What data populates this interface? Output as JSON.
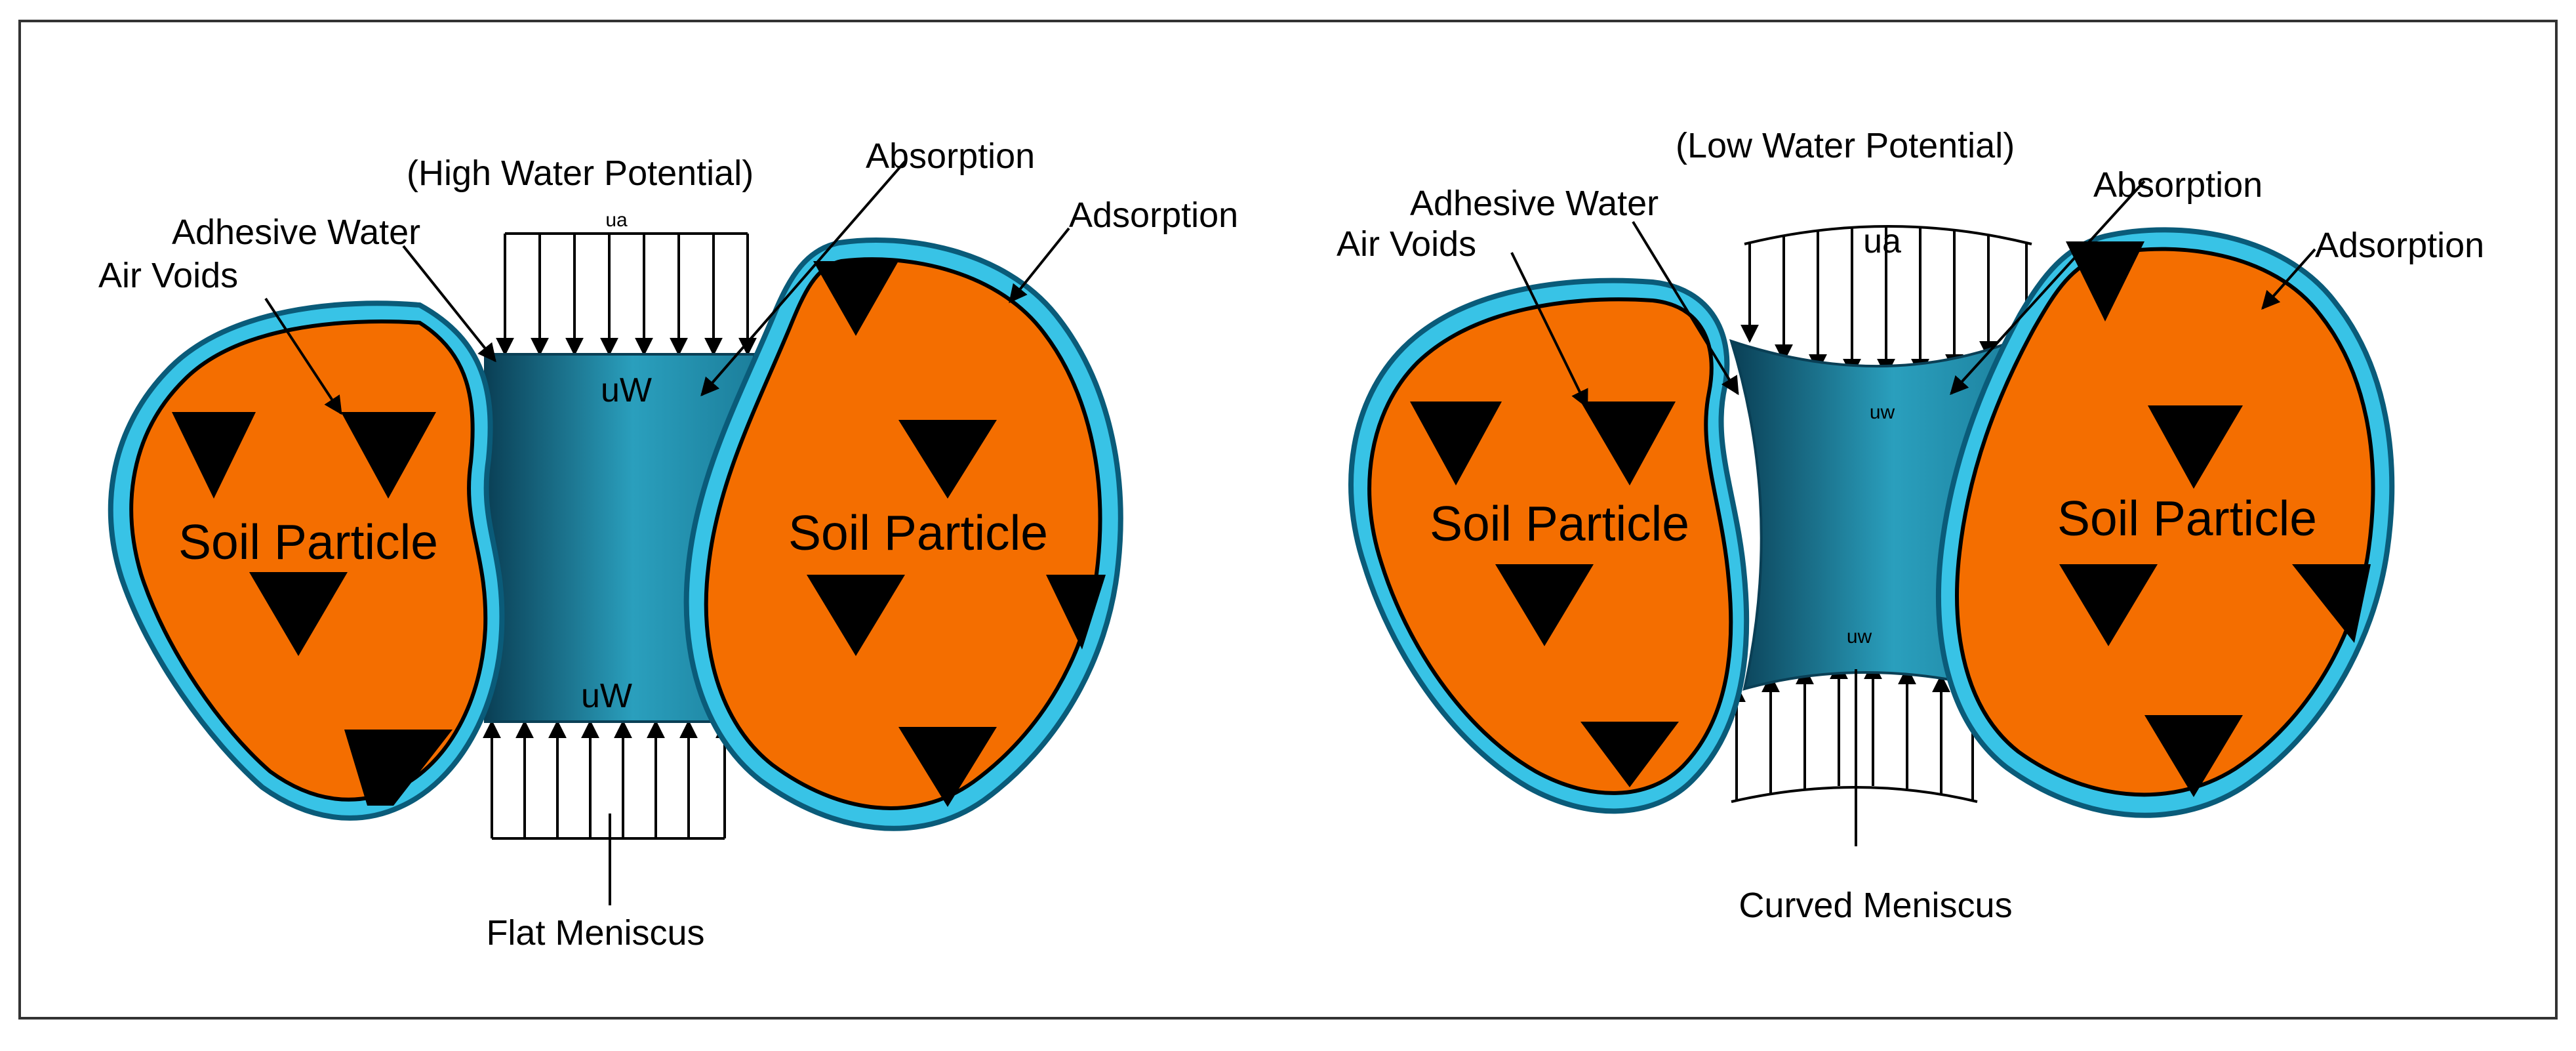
{
  "colors": {
    "particle_fill": "#f46e00",
    "water_film": "#38c3e6",
    "water_film_dark": "#0a5b79",
    "meniscus_light": "#2a9fbd",
    "meniscus_dark": "#0a3f55",
    "air_void": "#000000",
    "frame": "#333333"
  },
  "left_panel": {
    "potential_label": "(High Water Potential)",
    "adhesive_label": "Adhesive Water",
    "air_voids_label": "Air Voids",
    "absorption_label": "Absorption",
    "adsorption_label": "Adsorption",
    "particle_left_label": "Soil Particle",
    "particle_right_label": "Soil Particle",
    "ua_top": "ua",
    "uw_upper": "uW",
    "uw_lower": "uW",
    "meniscus_label": "Flat Meniscus"
  },
  "right_panel": {
    "potential_label": "(Low Water Potential)",
    "adhesive_label": "Adhesive Water",
    "air_voids_label": "Air Voids",
    "absorption_label": "Absorption",
    "adsorption_label": "Adsorption",
    "particle_left_label": "Soil Particle",
    "particle_right_label": "Soil Particle",
    "ua_top": "ua",
    "uw_upper": "uw",
    "uw_lower": "uw",
    "meniscus_label": "Curved Meniscus"
  }
}
